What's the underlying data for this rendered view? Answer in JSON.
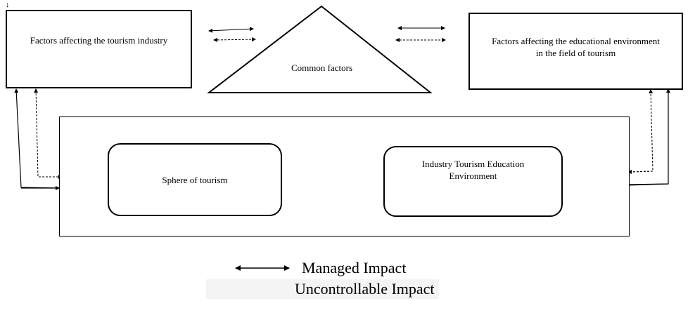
{
  "nodes": {
    "tourism_industry_factors": "Factors affecting the tourism industry",
    "common_factors": "Common factors",
    "educational_environment_factors": "Factors affecting the educational environment in the field of tourism",
    "sphere_of_tourism": "Sphere of tourism",
    "industry_tourism_education": "Industry Tourism Education Environment"
  },
  "legend": {
    "managed": "Managed Impact",
    "uncontrollable": "Uncontrollable Impact"
  },
  "colors": {
    "line": "#000000",
    "background": "#ffffff"
  }
}
